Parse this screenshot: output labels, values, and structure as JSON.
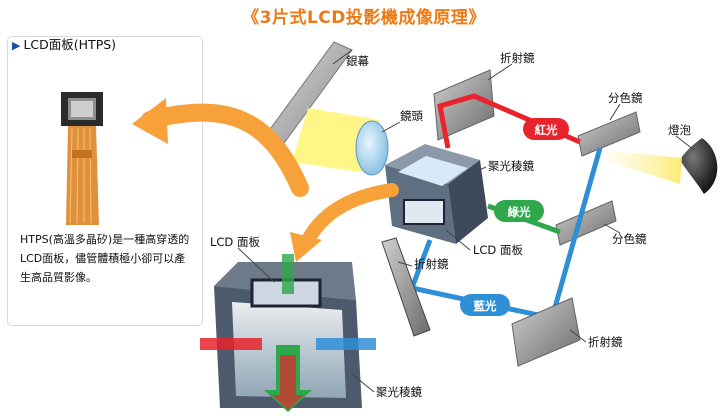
{
  "title": "《3片式LCD投影機成像原理》",
  "panel": {
    "heading": "LCD面板(HTPS)",
    "description": "HTPS(高溫多晶矽)是一種高穿透的LCD面板，儘管體積極小卻可以產生高品質影像。"
  },
  "labels": {
    "screen": "銀幕",
    "lens": "鏡頭",
    "reflect_mirror_top": "折射鏡",
    "dichroic_top": "分色鏡",
    "lamp": "燈泡",
    "prism": "聚光稜鏡",
    "dichroic_mid": "分色鏡",
    "lcd_panel_mid": "LCD 面板",
    "reflect_mirror_left": "折射鏡",
    "reflect_mirror_bottom": "折射鏡",
    "lcd_panel_zoom": "LCD 面板",
    "prism_zoom": "聚光稜鏡"
  },
  "light_beams": {
    "red": "紅光",
    "green": "綠光",
    "blue": "藍光"
  },
  "colors": {
    "title": "#ee7a16",
    "red": "#e8232c",
    "green": "#2ea84a",
    "blue": "#2f8fd6",
    "arrow_orange": "#f7a13a",
    "lamp_yellow": "#fbe96b"
  },
  "icons": [
    "triangle-bullet-icon",
    "lcd-chip-icon",
    "lamp-icon",
    "lens-icon"
  ]
}
